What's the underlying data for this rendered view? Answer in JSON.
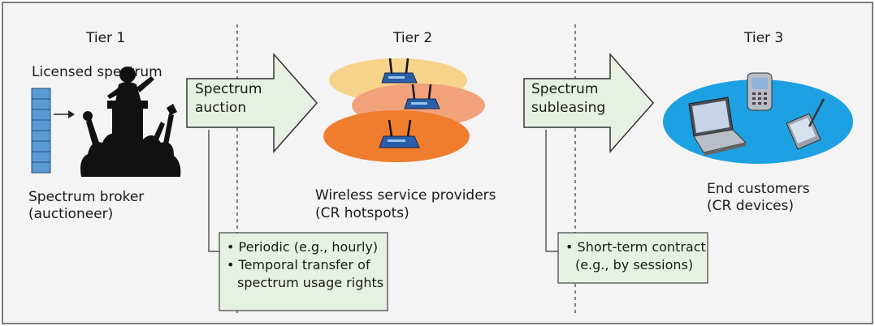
{
  "tiers": {
    "tier1": "Tier 1",
    "tier2": "Tier 2",
    "tier3": "Tier 3"
  },
  "tier1": {
    "licensed_label": "Licensed spectrum",
    "broker_line1": "Spectrum broker",
    "broker_line2": "(auctioneer)"
  },
  "arrow1": {
    "line1": "Spectrum",
    "line2": "auction"
  },
  "arrow2": {
    "line1": "Spectrum",
    "line2": "subleasing"
  },
  "tier2": {
    "line1": "Wireless service providers",
    "line2": "(CR hotspots)"
  },
  "tier3": {
    "line1": "End customers",
    "line2": "(CR devices)"
  },
  "note1": {
    "b1": "Periodic (e.g., hourly)",
    "b2_line1": "Temporal transfer of",
    "b2_line2": "spectrum usage rights"
  },
  "note2": {
    "b1_line1": "Short-term contract",
    "b1_line2": "(e.g., by sessions)"
  },
  "colors": {
    "panel_bg": "#f4f4f4",
    "arrow_fill": "#e6f1e3",
    "spectrum_blue": "#5b9bd5",
    "ellipse_top": "#f7d38c",
    "ellipse_mid": "#f2a27a",
    "ellipse_bot": "#ef7d2d",
    "customer_ellipse": "#1da1e3"
  }
}
